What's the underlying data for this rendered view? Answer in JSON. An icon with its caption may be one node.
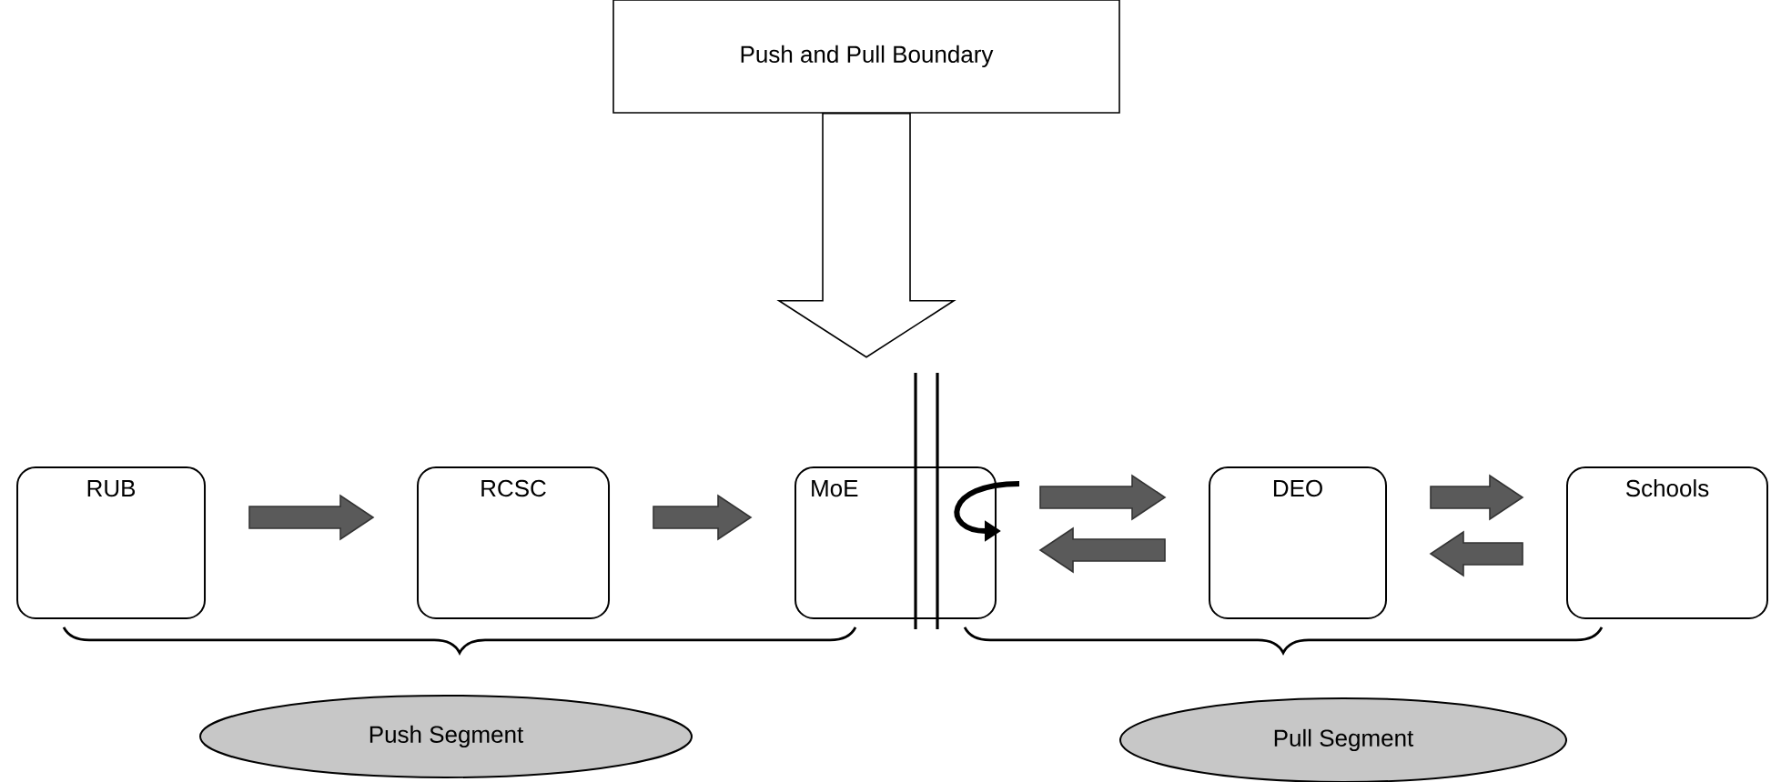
{
  "diagram": {
    "nodes": [
      {
        "text": [
          "Push and Pull Boundary"
        ]
      },
      {
        "text": [
          "RUB"
        ]
      },
      {
        "text": [
          "RCSC"
        ]
      },
      {
        "text": [
          "MoE"
        ]
      },
      {
        "text": [
          "DEO"
        ]
      },
      {
        "text": [
          "Schools"
        ]
      },
      {
        "text": [
          "Push Segment"
        ]
      },
      {
        "text": [
          "Pull Segment"
        ]
      }
    ],
    "edges": [
      {
        "from": 1,
        "to": 2,
        "arrow": "to"
      },
      {
        "from": 2,
        "to": 3,
        "arrow": "to"
      },
      {
        "from": 3,
        "to": 4,
        "arrow": "to"
      },
      {
        "from": 4,
        "to": 3,
        "arrow": "to"
      },
      {
        "from": 4,
        "to": 5,
        "arrow": "to"
      },
      {
        "from": 5,
        "to": 4,
        "arrow": "to"
      },
      {
        "from": 0,
        "to": null,
        "arrow": "to"
      }
    ]
  }
}
